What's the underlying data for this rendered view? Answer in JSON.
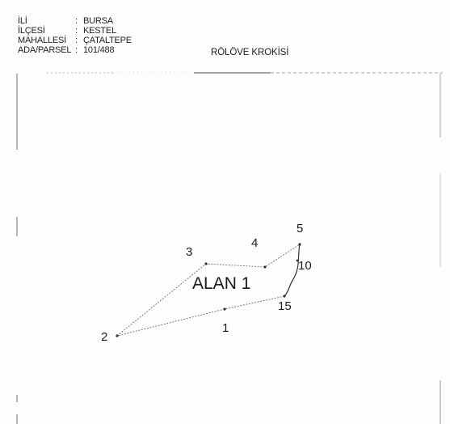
{
  "header": {
    "fields": [
      {
        "label": "İLİ",
        "value": "BURSA"
      },
      {
        "label": "İLÇESİ",
        "value": "KESTEL"
      },
      {
        "label": "MAHALLESİ",
        "value": "ÇATALTEPE"
      },
      {
        "label": "ADA/PARSEL",
        "value": "101/488"
      }
    ],
    "separator": ":",
    "title": "RÖLÖVE KROKİSİ"
  },
  "sketch": {
    "area_label": "ALAN 1",
    "point_labels": {
      "p2": "2",
      "p3": "3",
      "p4": "4",
      "p5": "5",
      "p10": "10",
      "p15": "15",
      "p1": "1"
    }
  }
}
